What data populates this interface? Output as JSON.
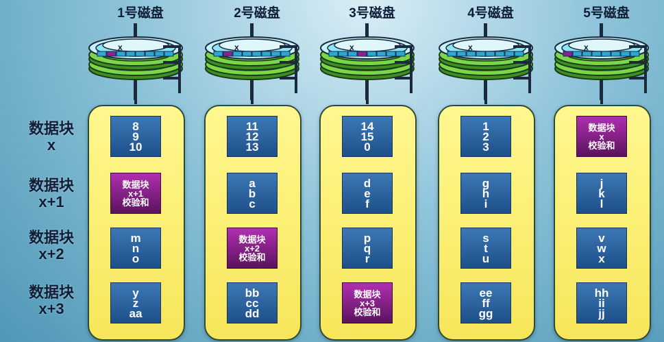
{
  "colors": {
    "data_block": "#2a64a0",
    "parity_block": "#8a2290",
    "panel": "#f9ec6a",
    "disk_green": "#6ecf3f"
  },
  "row_labels": [
    {
      "line1": "数据块",
      "line2": "x"
    },
    {
      "line1": "数据块",
      "line2": "x+1"
    },
    {
      "line1": "数据块",
      "line2": "x+2"
    },
    {
      "line1": "数据块",
      "line2": "x+3"
    }
  ],
  "disks": [
    {
      "title": "1号磁盘",
      "platter_label": "x",
      "cells": [
        {
          "type": "data",
          "lines": [
            "8",
            "9",
            "10"
          ]
        },
        {
          "type": "parity",
          "lines": [
            "数据块",
            "x+1",
            "校验和"
          ]
        },
        {
          "type": "data",
          "lines": [
            "m",
            "n",
            "o"
          ]
        },
        {
          "type": "data",
          "lines": [
            "y",
            "z",
            "aa"
          ]
        }
      ]
    },
    {
      "title": "2号磁盘",
      "platter_label": "x",
      "cells": [
        {
          "type": "data",
          "lines": [
            "11",
            "12",
            "13"
          ]
        },
        {
          "type": "data",
          "lines": [
            "a",
            "b",
            "c"
          ]
        },
        {
          "type": "parity",
          "lines": [
            "数据块",
            "x+2",
            "校验和"
          ]
        },
        {
          "type": "data",
          "lines": [
            "bb",
            "cc",
            "dd"
          ]
        }
      ]
    },
    {
      "title": "3号磁盘",
      "platter_label": "x",
      "cells": [
        {
          "type": "data",
          "lines": [
            "14",
            "15",
            "0"
          ]
        },
        {
          "type": "data",
          "lines": [
            "d",
            "e",
            "f"
          ]
        },
        {
          "type": "data",
          "lines": [
            "p",
            "q",
            "r"
          ]
        },
        {
          "type": "parity",
          "lines": [
            "数据块",
            "x+3",
            "校验和"
          ]
        }
      ]
    },
    {
      "title": "4号磁盘",
      "platter_label": "x",
      "cells": [
        {
          "type": "data",
          "lines": [
            "1",
            "2",
            "3"
          ]
        },
        {
          "type": "data",
          "lines": [
            "g",
            "h",
            "i"
          ]
        },
        {
          "type": "data",
          "lines": [
            "s",
            "t",
            "u"
          ]
        },
        {
          "type": "data",
          "lines": [
            "ee",
            "ff",
            "gg"
          ]
        }
      ]
    },
    {
      "title": "5号磁盘",
      "platter_label": "x",
      "cells": [
        {
          "type": "parity",
          "lines": [
            "数据块",
            "x",
            "校验和"
          ]
        },
        {
          "type": "data",
          "lines": [
            "j",
            "k",
            "l"
          ]
        },
        {
          "type": "data",
          "lines": [
            "v",
            "w",
            "x"
          ]
        },
        {
          "type": "data",
          "lines": [
            "hh",
            "ii",
            "jj"
          ]
        }
      ]
    }
  ]
}
